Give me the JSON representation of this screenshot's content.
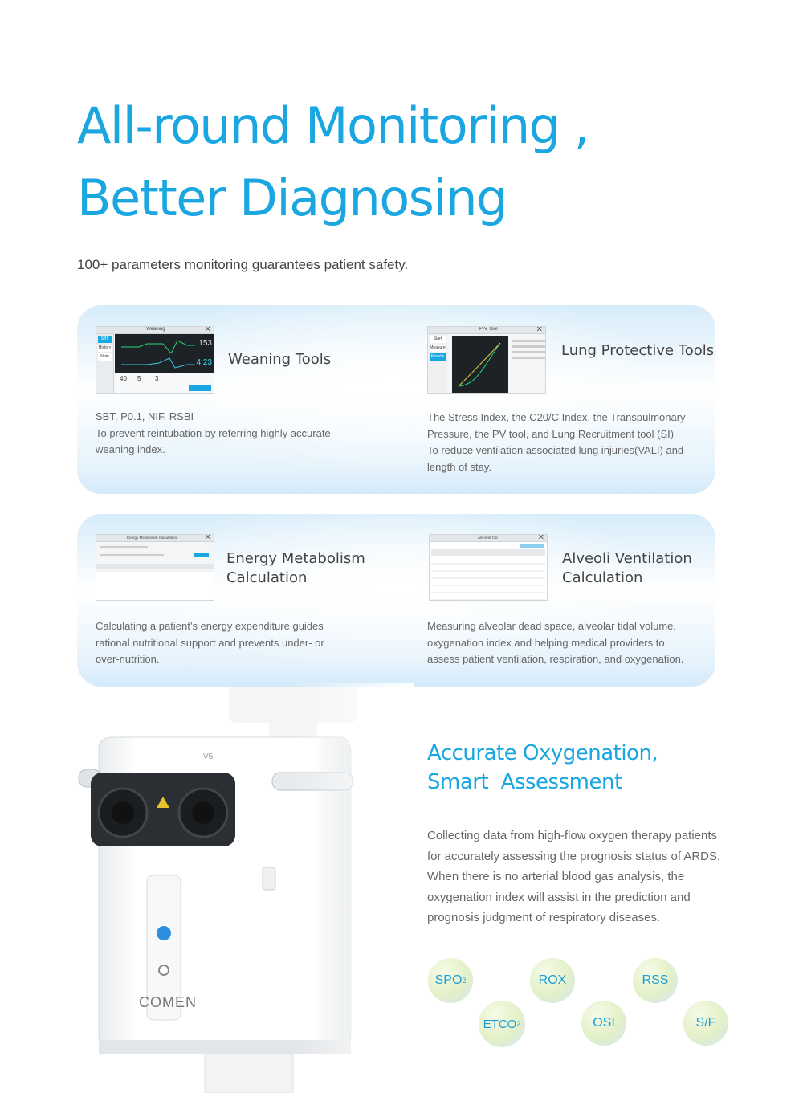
{
  "header": {
    "title_line1": "All-round Monitoring ,",
    "title_line2": "Better Diagnosing",
    "subtitle": "100+ parameters monitoring guarantees patient safety."
  },
  "features": [
    {
      "title": "Weaning Tools",
      "desc": [
        "SBT, P0.1, NIF, RSBI",
        "To prevent reintubation by referring highly accurate",
        "weaning index."
      ]
    },
    {
      "title": "Lung Protective Tools",
      "desc": [
        "The Stress Index, the C20/C Index, the Transpulmonary",
        "Pressure, the PV tool, and Lung Recruitment tool (SI)",
        "To reduce ventilation associated lung injuries(VALI) and",
        "length of stay."
      ]
    },
    {
      "title_line1": "Energy Metabolism",
      "title_line2": "Calculation",
      "desc": [
        "Calculating a patient’s energy expenditure guides",
        "rational nutritional support and prevents under- or",
        "over-nutrition."
      ]
    },
    {
      "title_line1": "Alveoli Ventilation",
      "title_line2": "Calculation",
      "desc": [
        "Measuring alveolar dead space, alveolar tidal volume,",
        "oxygenation index and helping medical providers to",
        "assess patient ventilation, respiration, and oxygenation."
      ]
    }
  ],
  "screens": {
    "weaning": {
      "title": "Weaning",
      "tabs": [
        "SBT",
        "History",
        "Note"
      ],
      "value1": "153",
      "value2": "4.23",
      "cells": [
        "40",
        "5",
        "3"
      ]
    },
    "pv": {
      "title": "P-V Tool",
      "tabs": [
        "Start",
        "Measure",
        "Results"
      ]
    },
    "energy": {
      "title": "Energy Metabolism Calculation"
    },
    "alveoli": {
      "title": "Alv Vent Cal"
    }
  },
  "oxygenation": {
    "title_line1": "Accurate Oxygenation,",
    "title_line2": "Smart  Assessment",
    "body": [
      "Collecting data from high-flow oxygen therapy patients",
      "for accurately assessing the prognosis status of ARDS.",
      "When there is no arterial blood gas analysis, the",
      "oxygenation index will assist in the prediction and",
      "prognosis judgment of respiratory diseases."
    ]
  },
  "bubbles": {
    "spo2_main": "SPO",
    "spo2_sub": "2",
    "rox": "ROX",
    "rss": "RSS",
    "etco2_main": "ETCO",
    "etco2_sub": "2",
    "osi": "OSI",
    "sf": "S/F"
  },
  "device": {
    "model": "V5",
    "brand": "COMEN"
  },
  "colors": {
    "accent": "#1aa6e0",
    "text": "#555555"
  }
}
